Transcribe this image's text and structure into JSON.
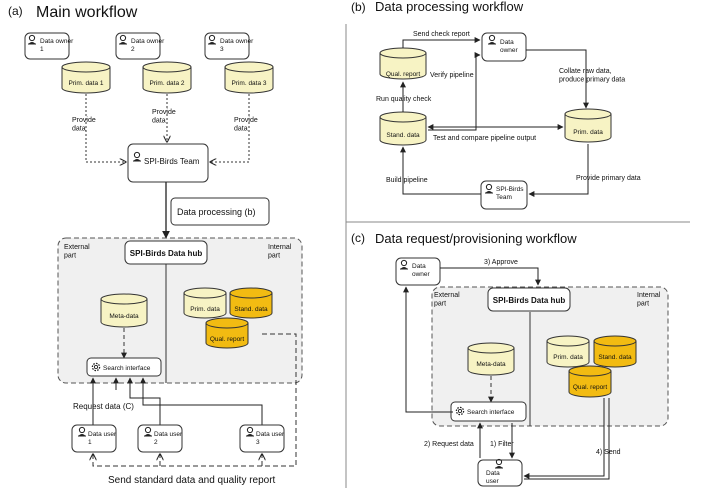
{
  "panel_a": {
    "letter": "(a)",
    "title": "Main workflow",
    "owners": [
      "Data owner 1",
      "Data owner 2",
      "Data owner 3"
    ],
    "prim": [
      "Prim. data 1",
      "Prim. data 2",
      "Prim. data 3"
    ],
    "provide": "Provide data",
    "team": "SPI-Birds Team",
    "processing": "Data processing (b)",
    "hub": "SPI-Birds Data hub",
    "external": "External part",
    "internal": "Internal part",
    "meta": "Meta-data",
    "prim_data": "Prim. data",
    "stand_data": "Stand. data",
    "qual_report": "Qual. report",
    "search": "Search interface",
    "request": "Request data (C)",
    "users": [
      "Data user 1",
      "Data user 2",
      "Data user 3"
    ],
    "send": "Send standard data and quality report"
  },
  "panel_b": {
    "letter": "(b)",
    "title": "Data processing workflow",
    "send_check": "Send check report",
    "qual_report": "Qual. report",
    "data_owner": "Data owner",
    "verify": "Verify pipeline",
    "collate": "Collate raw data, produce primary data",
    "quality_check": "Run quality check",
    "stand_data": "Stand. data",
    "test_compare": "Test and compare pipeline output",
    "prim_data": "Prim. data",
    "build": "Build pipeline",
    "provide": "Provide primary data",
    "team": "SPI-Birds Team"
  },
  "panel_c": {
    "letter": "(c)",
    "title": "Data request/provisioning workflow",
    "data_owner": "Data owner",
    "approve": "3) Approve",
    "hub": "SPI-Birds Data hub",
    "external": "External part",
    "internal": "Internal part",
    "meta": "Meta-data",
    "prim_data": "Prim. data",
    "stand_data": "Stand. data",
    "qual_report": "Qual. report",
    "search": "Search interface",
    "request": "2) Request data",
    "filter": "1) Filter",
    "send": "4) Send",
    "data_user": "Data user"
  },
  "colors": {
    "db_light": "#f7f3c4",
    "db_gold": "#f2bb12",
    "panel_bg": "#f0f0f0",
    "divider": "#888888"
  }
}
